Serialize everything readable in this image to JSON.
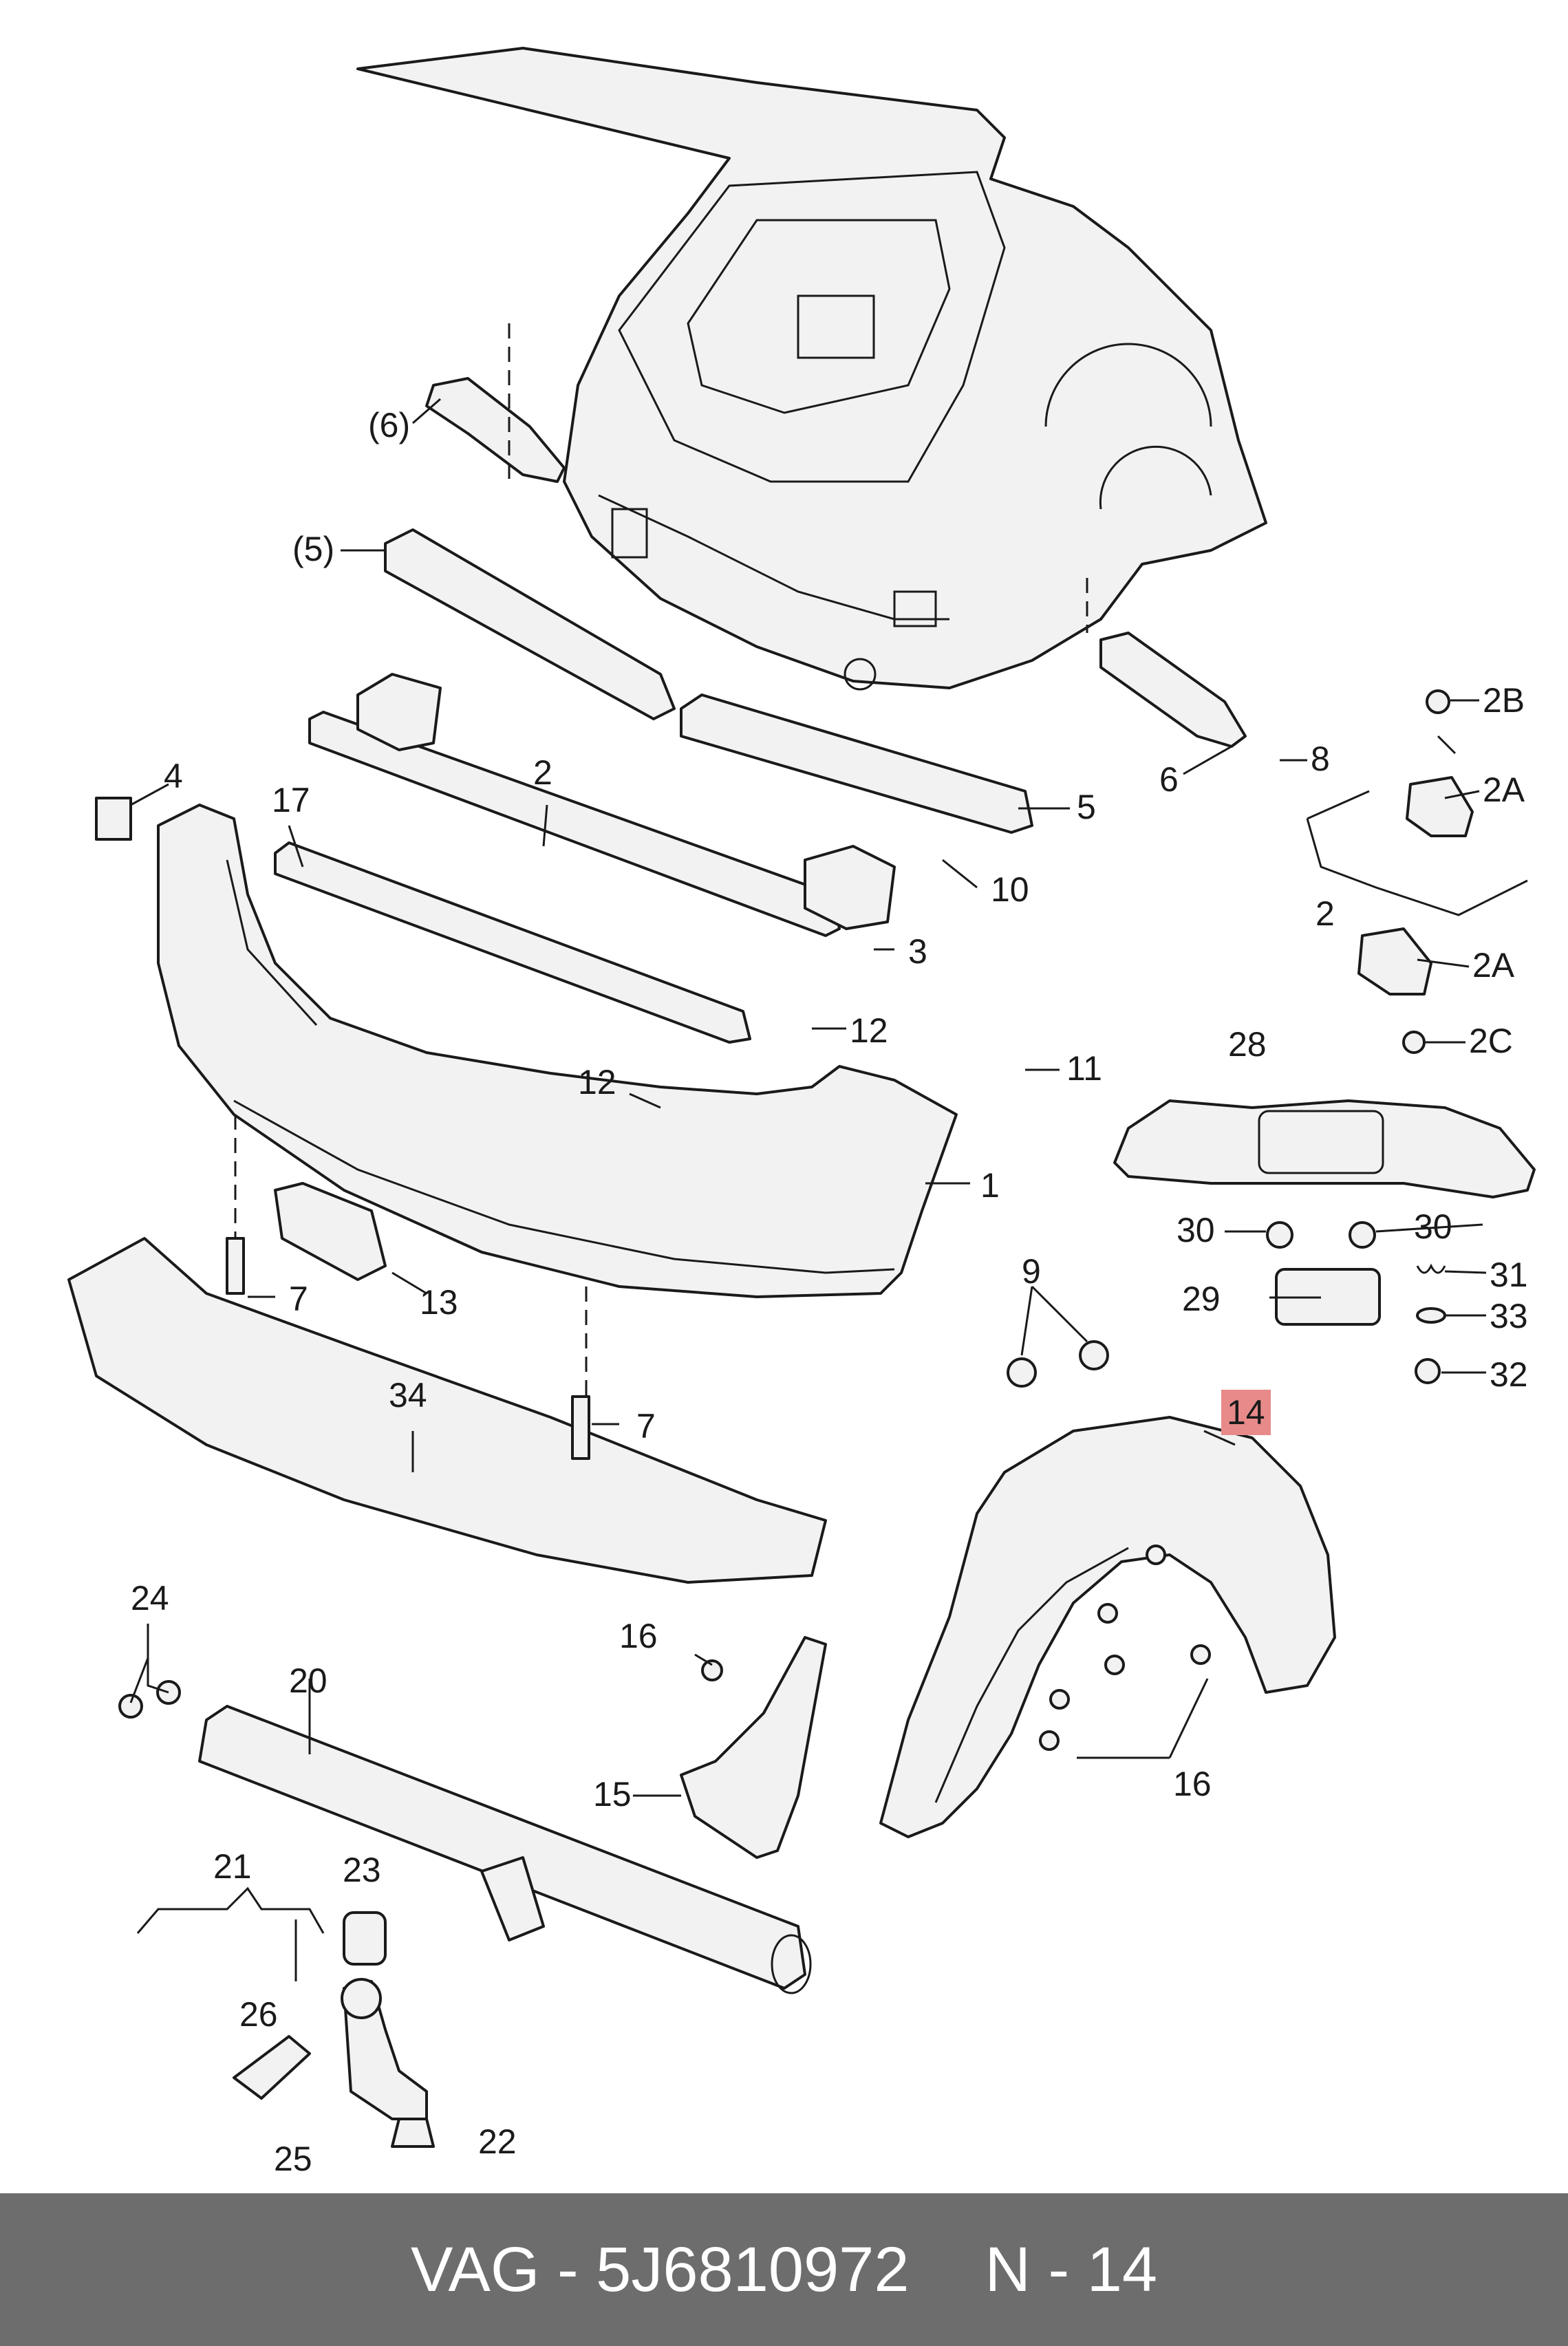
{
  "callouts": {
    "p6b": "(6)",
    "p5b": "(5)",
    "p4": "4",
    "p17": "17",
    "p2": "2",
    "p5": "5",
    "p6": "6",
    "p8": "8",
    "p2B": "2B",
    "p2A_top": "2A",
    "p2_right": "2",
    "p2A_bot": "2A",
    "p10": "10",
    "p3": "3",
    "p12a": "12",
    "p12b": "12",
    "p11": "11",
    "p2C": "2C",
    "p28": "28",
    "p1": "1",
    "p30a": "30",
    "p30b": "30",
    "p31": "31",
    "p29": "29",
    "p33": "33",
    "p32": "32",
    "p13": "13",
    "p7a": "7",
    "p9": "9",
    "p14": "14",
    "p34": "34",
    "p7b": "7",
    "p24": "24",
    "p20": "20",
    "p16a": "16",
    "p16b": "16",
    "p15": "15",
    "p21": "21",
    "p23": "23",
    "p26": "26",
    "p22": "22",
    "p25": "25"
  },
  "highlight_color": "#e88a8a",
  "footer": {
    "part_ref": "VAG - 5J6810972",
    "position_ref": "N - 14"
  }
}
